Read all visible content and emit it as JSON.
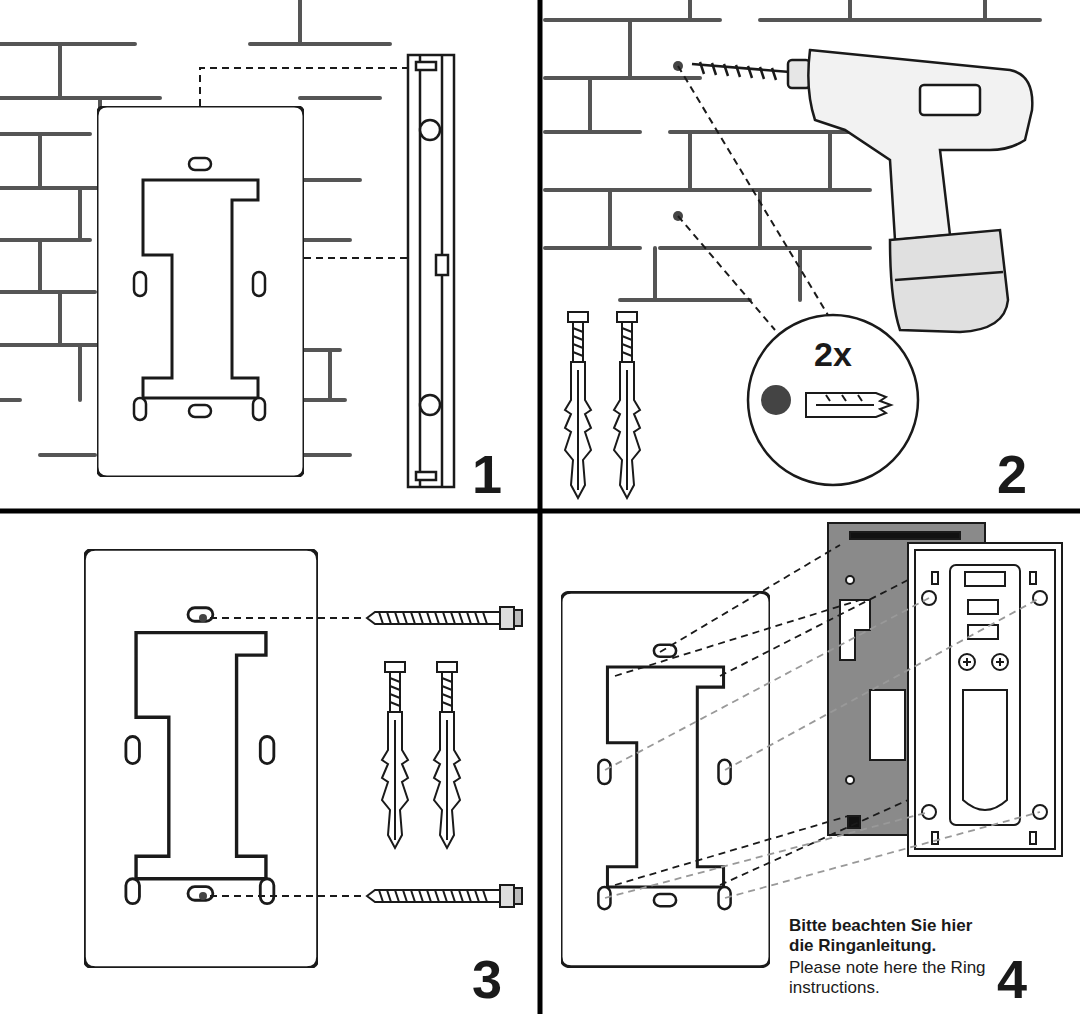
{
  "diagram": {
    "nodes": [
      {
        "text": [
          "2x"
        ]
      }
    ],
    "labels": [
      "1",
      "2",
      "3",
      "4",
      "Bitte beachten Sie hier die Ringanleitung.",
      "Please note here the Ring instructions."
    ]
  }
}
